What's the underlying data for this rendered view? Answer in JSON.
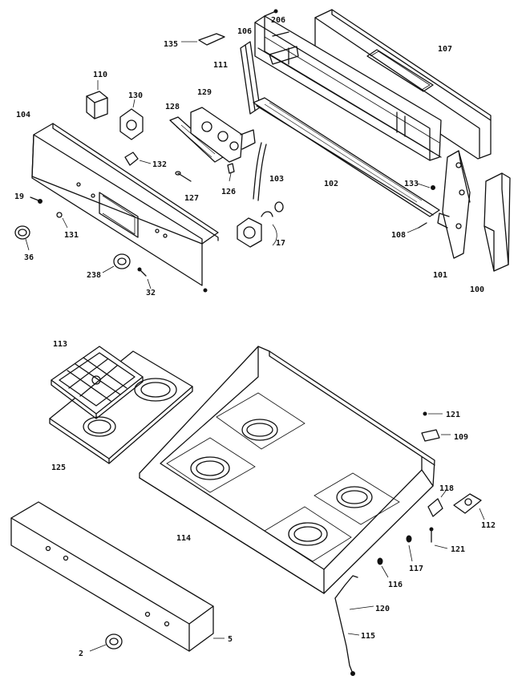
{
  "diagram": {
    "upper_assembly": {
      "labels": {
        "p206": "206",
        "p135": "135",
        "p106": "106",
        "p107": "107",
        "p111": "111",
        "p110": "110",
        "p130": "130",
        "p129": "129",
        "p128": "128",
        "p104": "104",
        "p132": "132",
        "p126": "126",
        "p127": "127",
        "p103": "103",
        "p102": "102",
        "p133": "133",
        "p108": "108",
        "p19": "19",
        "p131": "131",
        "p36": "36",
        "p17": "17",
        "p101": "101",
        "p100": "100",
        "p238": "238",
        "p32": "32"
      }
    },
    "lower_assembly": {
      "labels": {
        "p113": "113",
        "p125": "125",
        "p121a": "121",
        "p109": "109",
        "p118": "118",
        "p112": "112",
        "p121b": "121",
        "p114": "114",
        "p117": "117",
        "p116": "116",
        "p120": "120",
        "p115": "115",
        "p2": "2",
        "p5": "5"
      }
    }
  }
}
